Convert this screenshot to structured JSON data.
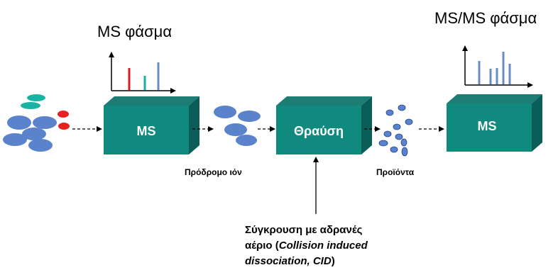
{
  "spectrum_left": {
    "title": "MS φάσμα"
  },
  "spectrum_right": {
    "title": "MS/MS φάσμα"
  },
  "box_ms_1": {
    "label": "MS"
  },
  "box_fragmentation": {
    "label": "Θραύση"
  },
  "box_ms_2": {
    "label": "MS"
  },
  "label_precursor": "Πρόδρομο ιόν",
  "label_products": "Προϊόντα",
  "collision_note": {
    "line1": "Σύγκρουση με αδρανές",
    "line2_prefix": "αέριο (",
    "line2_italic": "Collision induced",
    "line3_italic": "dissociation, CID",
    "line3_suffix": ")"
  },
  "colors": {
    "box_front": "#108a7e",
    "box_top": "#1d7d74",
    "box_side": "#0b5e57",
    "ion_blue": "#5a83cc",
    "ion_red": "#e8201f",
    "ion_teal": "#19b3a3",
    "bar_red": "#d81d1d",
    "bar_teal": "#18b0a3",
    "bar_blue": "#6a8ac8"
  }
}
